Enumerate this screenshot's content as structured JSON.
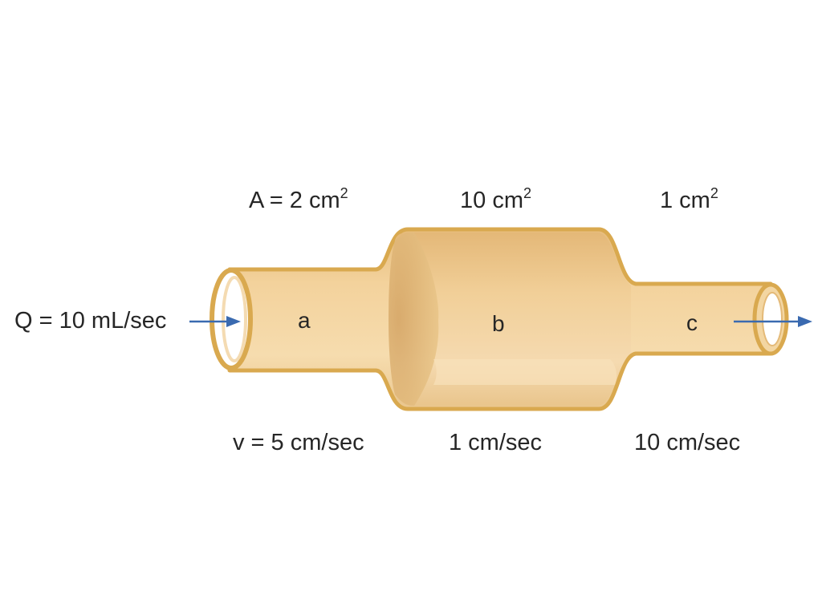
{
  "colors": {
    "tube_outline": "#d9a94f",
    "tube_body": "#f0cd93",
    "tube_shadow": "#dcb072",
    "tube_highlight": "#fae5c2",
    "arrow": "#3a6ab0",
    "text": "#262626"
  },
  "flow": {
    "label": "Q = 10 mL/sec"
  },
  "areas": {
    "a": {
      "text": "A = 2 cm",
      "exp": "2"
    },
    "b": {
      "text": "10 cm",
      "exp": "2"
    },
    "c": {
      "text": "1 cm",
      "exp": "2"
    }
  },
  "segments": {
    "a": "a",
    "b": "b",
    "c": "c"
  },
  "velocities": {
    "a": "v = 5 cm/sec",
    "b": "1 cm/sec",
    "c": "10 cm/sec"
  }
}
